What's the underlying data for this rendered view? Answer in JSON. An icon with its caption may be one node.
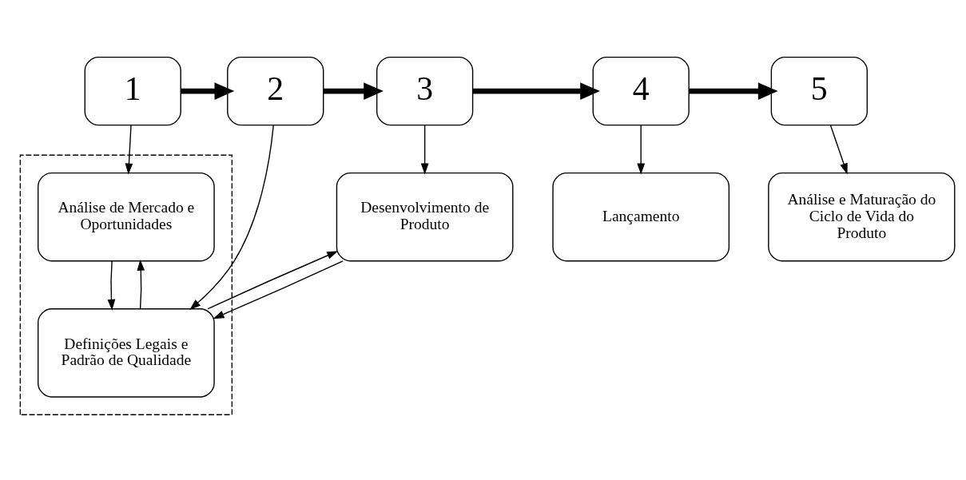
{
  "diagram": {
    "nodes": [
      {
        "text": [
          "1"
        ]
      },
      {
        "text": [
          "2"
        ]
      },
      {
        "text": [
          "3"
        ]
      },
      {
        "text": [
          "4"
        ]
      },
      {
        "text": [
          "5"
        ]
      },
      {
        "text": [],
        "shape": "box"
      },
      {
        "text": [
          "Análise de Mercado e Oportunidades"
        ],
        "in": 5
      },
      {
        "text": [
          "Definições Legais e Padrão de Qualidade"
        ],
        "in": 5
      },
      {
        "text": [
          "Desenvolvimento de Produto"
        ]
      },
      {
        "text": [
          "Lançamento"
        ]
      },
      {
        "text": [
          "Análise e Maturação do Ciclo de Vida do Produto"
        ]
      }
    ],
    "edges": [
      {
        "from": 0,
        "to": 1,
        "arrow": "to",
        "style": "thick"
      },
      {
        "from": 1,
        "to": 2,
        "arrow": "to",
        "style": "thick"
      },
      {
        "from": 2,
        "to": 3,
        "arrow": "to",
        "style": "thick"
      },
      {
        "from": 3,
        "to": 4,
        "arrow": "to",
        "style": "thick"
      },
      {
        "from": 0,
        "to": 6,
        "arrow": "to"
      },
      {
        "from": 1,
        "to": 7,
        "arrow": "to"
      },
      {
        "from": 2,
        "to": 8,
        "arrow": "to"
      },
      {
        "from": 3,
        "to": 9,
        "arrow": "to"
      },
      {
        "from": 4,
        "to": 10,
        "arrow": "to"
      },
      {
        "from": 6,
        "to": 7,
        "arrow": "to"
      },
      {
        "from": 7,
        "to": 6,
        "arrow": "to"
      },
      {
        "from": 8,
        "to": 7,
        "arrow": "to"
      },
      {
        "from": 7,
        "to": 8,
        "arrow": "to"
      }
    ]
  }
}
